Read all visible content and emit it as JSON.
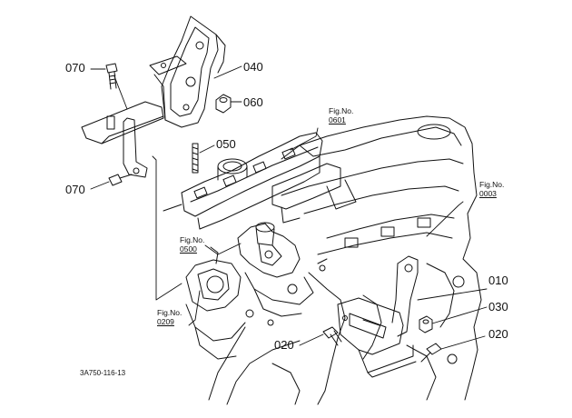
{
  "parts": [
    {
      "id": "070",
      "label": "070"
    },
    {
      "id": "040",
      "label": "040"
    },
    {
      "id": "060",
      "label": "060"
    },
    {
      "id": "050",
      "label": "050"
    },
    {
      "id": "070b",
      "label": "070"
    },
    {
      "id": "010",
      "label": "010"
    },
    {
      "id": "030",
      "label": "030"
    },
    {
      "id": "020a",
      "label": "020"
    },
    {
      "id": "020b",
      "label": "020"
    }
  ],
  "figure_refs": [
    {
      "label": "Fig.No.",
      "number": "0601"
    },
    {
      "label": "Fig.No.",
      "number": "0003"
    },
    {
      "label": "Fig.No.",
      "number": "0500"
    },
    {
      "label": "Fig.No.",
      "number": "0209"
    }
  ],
  "drawing_code": "3A750-116-13"
}
